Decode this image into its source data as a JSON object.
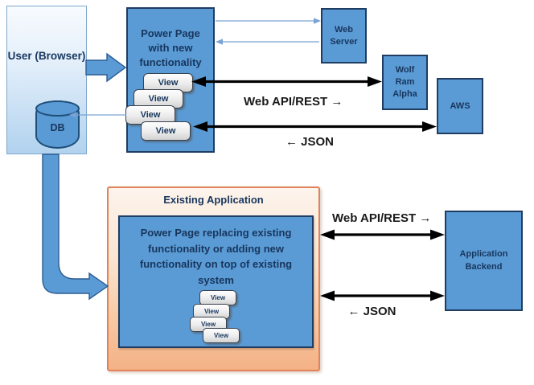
{
  "diagram": {
    "user": {
      "label": "User (Browser)",
      "db": "DB"
    },
    "power_page_top": {
      "label": "Power Page with new functionality"
    },
    "web_server": {
      "label": "Web Server"
    },
    "wolf_ram_alpha": {
      "label": "Wolf Ram Alpha"
    },
    "aws": {
      "label": "AWS"
    },
    "view_label": "View",
    "top_link": {
      "request": "Web API/REST →",
      "response": "← JSON"
    },
    "existing_application": {
      "title": "Existing Application",
      "power_page_label": "Power Page replacing existing functionality or adding new functionality on top of existing system"
    },
    "application_backend": {
      "label": "Application Backend"
    },
    "bottom_link": {
      "request": "Web API/REST →",
      "response": "← JSON"
    }
  },
  "colors": {
    "box_fill_blue": "#5b9bd5",
    "box_border_navy": "#1f3c63",
    "text_navy": "#17365d",
    "thin_arrow_blue": "#7aa3d4",
    "block_arrow_blue": "#5b9bd5",
    "black_arrow": "#000000",
    "orange_border": "#e0835a",
    "orange_fill": "#f4b186",
    "view_fill_top": "#fefefe",
    "view_fill_bottom": "#d2d2d2"
  }
}
